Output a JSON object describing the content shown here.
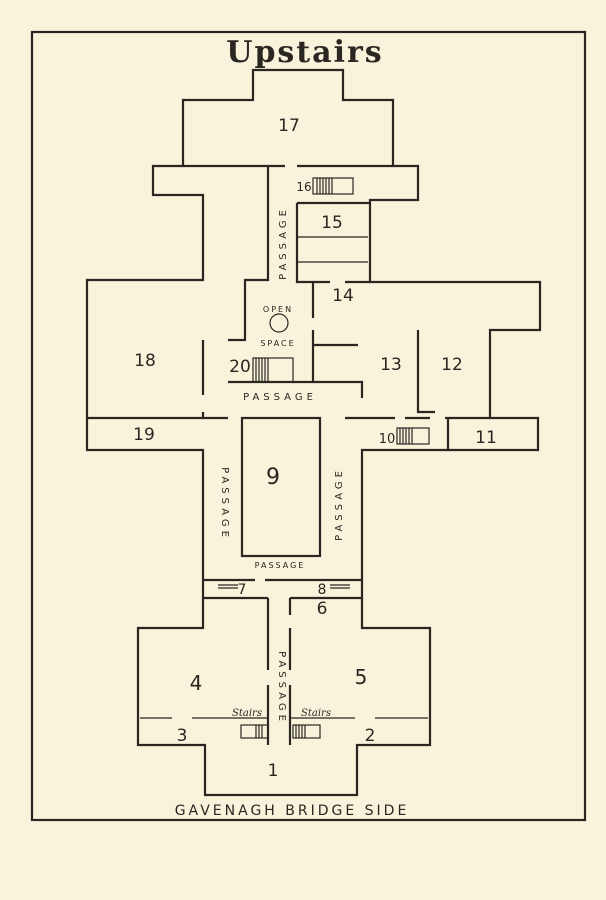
{
  "title": "Upstairs",
  "footer": "GAVENAGH BRIDGE SIDE",
  "rooms": {
    "r1": "1",
    "r2": "2",
    "r3": "3",
    "r4": "4",
    "r5": "5",
    "r6": "6",
    "r7": "7",
    "r8": "8",
    "r9": "9",
    "r10": "10",
    "r11": "11",
    "r12": "12",
    "r13": "13",
    "r14": "14",
    "r15": "15",
    "r16": "16",
    "r17": "17",
    "r18": "18",
    "r19": "19",
    "r20": "20"
  },
  "labels": {
    "passage": "PASSAGE",
    "open": "OPEN",
    "space": "SPACE",
    "stairs_left": "Stairs",
    "stairs_right": "Stairs"
  },
  "colors": {
    "paper": "#f8f3da",
    "ink": "#2a2622"
  }
}
